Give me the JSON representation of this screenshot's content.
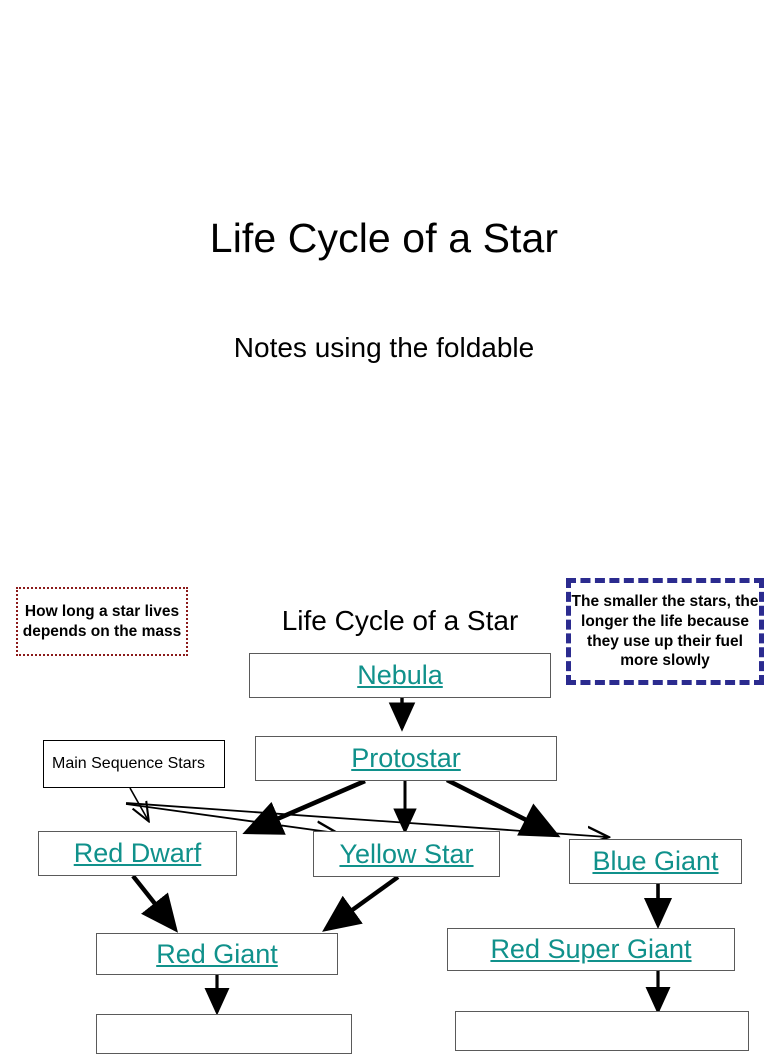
{
  "slide_title": {
    "heading": "Life Cycle of a Star",
    "subheading": "Notes using the foldable"
  },
  "diagram": {
    "heading": "Life Cycle of a Star",
    "callouts": {
      "left": {
        "text": "How long a star lives depends on the mass",
        "border_color": "#8B1A1A",
        "border_style": "dotted"
      },
      "right": {
        "text": "The smaller the stars, the longer the life because they use up their fuel more slowly",
        "border_color": "#2B2B8F",
        "border_style": "dashed"
      }
    },
    "label_boxes": [
      {
        "name": "main-sequence-stars",
        "text": "Main Sequence Stars"
      }
    ],
    "stage_boxes": [
      {
        "name": "nebula",
        "text": "Nebula"
      },
      {
        "name": "protostar",
        "text": "Protostar"
      },
      {
        "name": "red-dwarf",
        "text": "Red Dwarf"
      },
      {
        "name": "yellow-star",
        "text": "Yellow Star"
      },
      {
        "name": "blue-giant",
        "text": "Blue Giant"
      },
      {
        "name": "red-giant",
        "text": "Red Giant"
      },
      {
        "name": "red-super-giant",
        "text": "Red Super Giant"
      },
      {
        "name": "bottom-left-stage",
        "text": ""
      },
      {
        "name": "bottom-right-stage",
        "text": ""
      }
    ],
    "accent_color": "#10918B",
    "box_border_color": "#5a5a5a"
  }
}
